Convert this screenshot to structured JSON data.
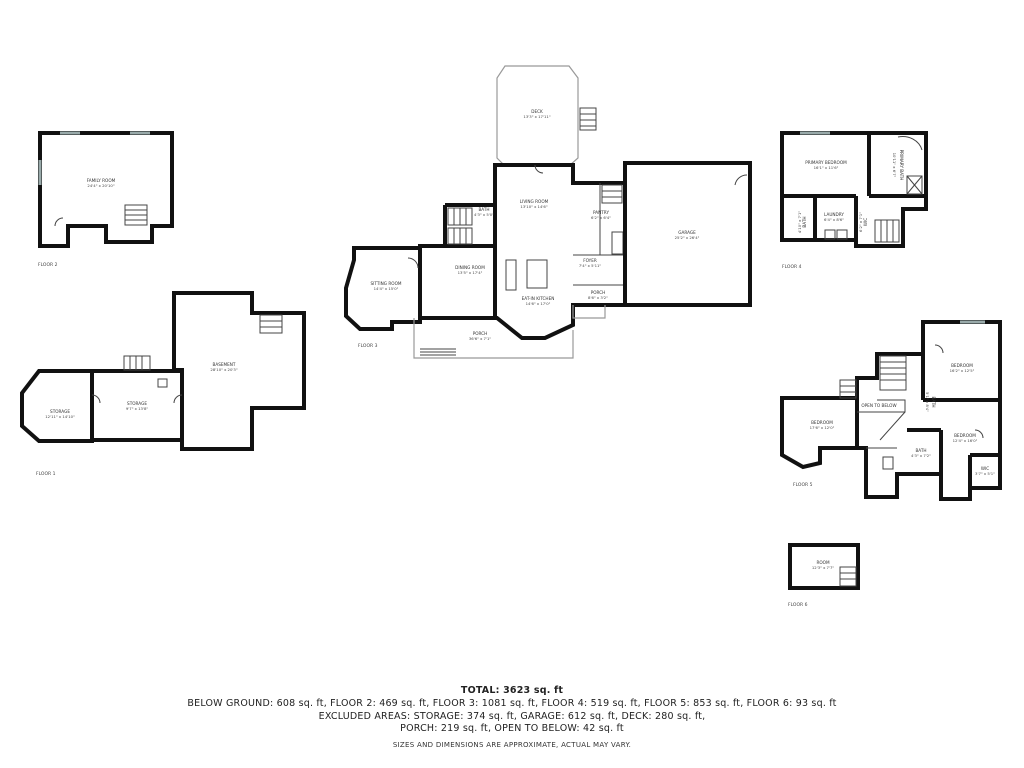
{
  "floors": [
    {
      "label": "FLOOR 1"
    },
    {
      "label": "FLOOR 2"
    },
    {
      "label": "FLOOR 3"
    },
    {
      "label": "FLOOR 4"
    },
    {
      "label": "FLOOR 5"
    },
    {
      "label": "FLOOR 6"
    }
  ],
  "rooms": {
    "family_room": {
      "name": "FAMILY ROOM",
      "dim": "24'4\" x 20'10\""
    },
    "basement": {
      "name": "BASEMENT",
      "dim": "28'10\" x 20'3\""
    },
    "storage1": {
      "name": "STORAGE",
      "dim": "9'7\" x 13'8\""
    },
    "storage2": {
      "name": "STORAGE",
      "dim": "12'11\" x 14'10\""
    },
    "deck": {
      "name": "DECK",
      "dim": "13'3\" x 17'11\""
    },
    "living_room": {
      "name": "LIVING ROOM",
      "dim": "13'10\" x 14'6\""
    },
    "sitting_room": {
      "name": "SITTING ROOM",
      "dim": "14'4\" x 15'0\""
    },
    "dining_room": {
      "name": "DINING ROOM",
      "dim": "13'5\" x 17'4\""
    },
    "eat_in_kitchen": {
      "name": "EAT-IN KITCHEN",
      "dim": "14'6\" x 17'0\""
    },
    "porch": {
      "name": "PORCH",
      "dim": "36'6\" x 7'1\""
    },
    "pantry": {
      "name": "PANTRY",
      "dim": "6'2\" x 6'4\""
    },
    "foyer": {
      "name": "FOYER",
      "dim": "7'4\" x 5'11\""
    },
    "porch_small": {
      "name": "PORCH",
      "dim": "8'6\" x 3'2\""
    },
    "garage": {
      "name": "GARAGE",
      "dim": "25'2\" x 26'4\""
    },
    "half_bath": {
      "name": "BATH",
      "dim": "4'3\" x 5'0\""
    },
    "primary_bedroom": {
      "name": "PRIMARY BEDROOM",
      "dim": "16'1\" x 11'6\""
    },
    "laundry": {
      "name": "LAUNDRY",
      "dim": "6'4\" x 8'6\""
    },
    "primary_bath": {
      "name": "PRIMARY BATH",
      "dim": "10'11\" x 6'7\""
    },
    "walk_in": {
      "name": "WIC",
      "dim": "6'2\" x 7'1\""
    },
    "bath4": {
      "name": "BATH",
      "dim": "4'10\" x 7'1\""
    },
    "bedroom_a": {
      "name": "BEDROOM",
      "dim": "16'2\" x 12'5\""
    },
    "bedroom_b": {
      "name": "BEDROOM",
      "dim": "12'4\" x 16'0\""
    },
    "bedroom_c": {
      "name": "BEDROOM",
      "dim": "17'6\" x 12'0\""
    },
    "open_to_below": {
      "name": "OPEN TO BELOW",
      "dim": ""
    },
    "wic5": {
      "name": "WIC",
      "dim": "3'7\" x 5'1\""
    },
    "bath5a": {
      "name": "BATH",
      "dim": "4'3\" x 7'2\""
    },
    "bath5b": {
      "name": "BATH",
      "dim": "5'1\" x 8'4\""
    },
    "room6": {
      "name": "ROOM",
      "dim": "12'3\" x 7'7\""
    }
  },
  "summary": {
    "total": "TOTAL: 3623 sq. ft",
    "line1": "BELOW GROUND: 608 sq. ft, FLOOR 2: 469 sq. ft, FLOOR 3: 1081 sq. ft, FLOOR 4: 519 sq. ft, FLOOR 5: 853 sq. ft, FLOOR 6: 93 sq. ft",
    "line2": "EXCLUDED AREAS: STORAGE: 374 sq. ft, GARAGE: 612 sq. ft, DECK: 280 sq. ft,",
    "line3": "PORCH: 219 sq. ft, OPEN TO BELOW: 42 sq. ft",
    "note": "SIZES AND DIMENSIONS ARE APPROXIMATE, ACTUAL MAY VARY."
  }
}
